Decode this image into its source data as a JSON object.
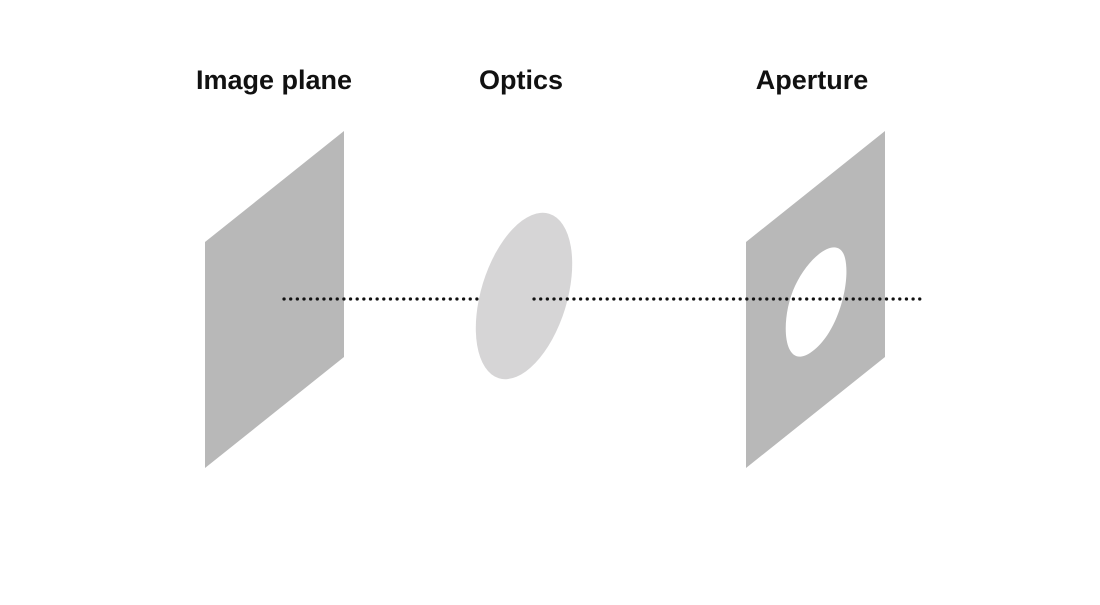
{
  "labels": {
    "image_plane": "Image plane",
    "optics": "Optics",
    "aperture": "Aperture"
  },
  "colors": {
    "plane_fill": "#b8b8b8",
    "lens_fill": "#d6d5d6",
    "axis_dots": "#111111",
    "background": "#ffffff",
    "text": "#111111"
  }
}
